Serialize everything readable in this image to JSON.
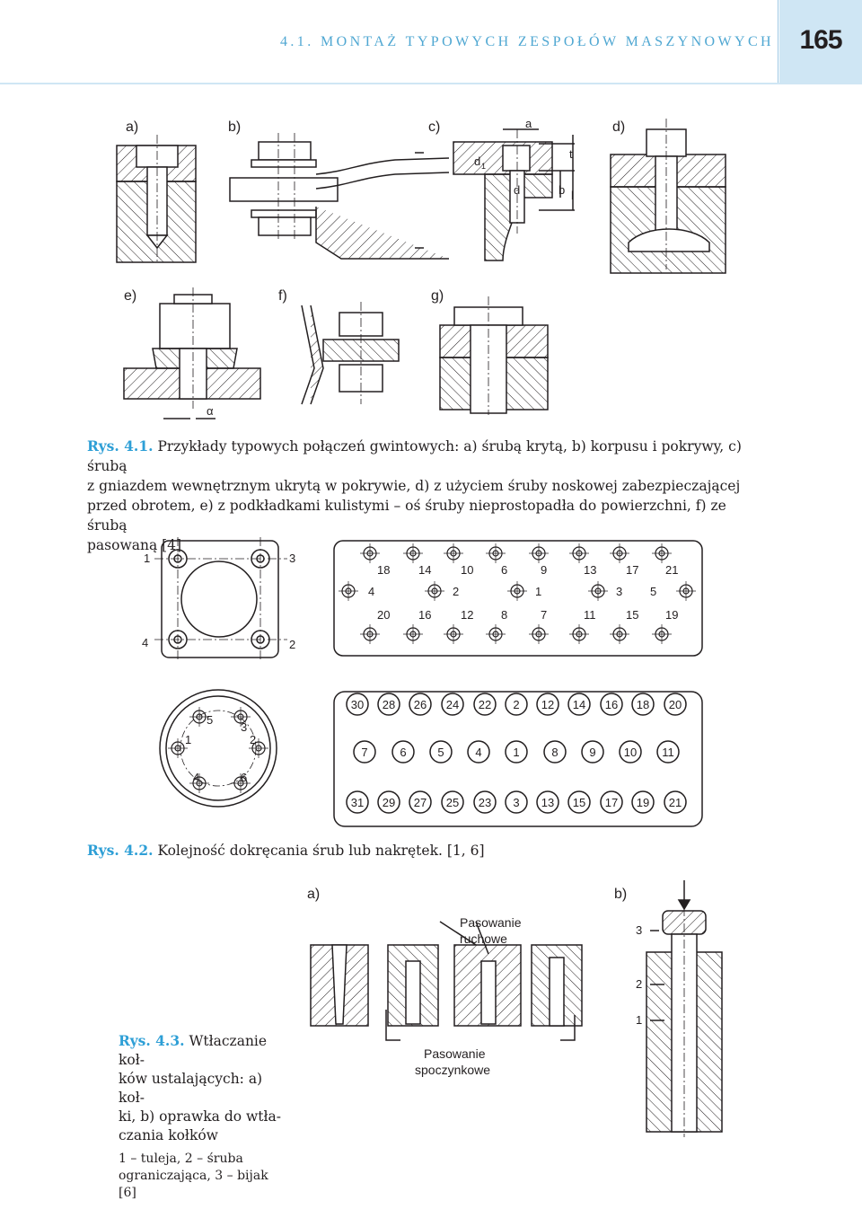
{
  "header": {
    "running_head": "4.1. MONTAŻ TYPOWYCH ZESPOŁÓW MASZYNOWYCH",
    "page_number": "165"
  },
  "fig41": {
    "labels": {
      "a": "a)",
      "b": "b)",
      "c": "c)",
      "d": "d)",
      "e": "e)",
      "f": "f)",
      "g": "g)"
    },
    "dims": {
      "a": "a",
      "d1": "d",
      "d1_sub": "1",
      "d": "d",
      "b": "b",
      "l": "l",
      "t": "t",
      "alpha": "α"
    },
    "caption_label": "Rys. 4.1.",
    "caption_line1": "Przykłady typowych połączeń gwintowych: a) śrubą krytą, b) korpusu i pokrywy, c) śrubą",
    "caption_line2": "z gniazdem wewnętrznym ukrytą w pokrywie, d) z użyciem śruby noskowej zabezpieczającej",
    "caption_line3": "przed obrotem, e) z podkładkami kulistymi – oś śruby nieprostopadła do powierzchni, f) ze śrubą",
    "caption_line4": "pasowaną [4]"
  },
  "fig42": {
    "square": {
      "n1": "1",
      "n2": "2",
      "n3": "3",
      "n4": "4"
    },
    "rect_top": [
      "18",
      "14",
      "10",
      "6",
      "9",
      "13",
      "17",
      "21"
    ],
    "rect_mid": [
      "4",
      "2",
      "1",
      "3",
      "5"
    ],
    "rect_bot": [
      "20",
      "16",
      "12",
      "8",
      "7",
      "11",
      "15",
      "19"
    ],
    "circle": {
      "n1": "1",
      "n2": "2",
      "n3": "3",
      "n4": "4",
      "n5": "5",
      "n6": "6"
    },
    "grid_row1": [
      "30",
      "28",
      "26",
      "24",
      "22",
      "2",
      "12",
      "14",
      "16",
      "18",
      "20"
    ],
    "grid_row2": [
      "7",
      "6",
      "5",
      "4",
      "1",
      "8",
      "9",
      "10",
      "11"
    ],
    "grid_row3": [
      "31",
      "29",
      "27",
      "25",
      "23",
      "3",
      "13",
      "15",
      "17",
      "19",
      "21"
    ],
    "caption_label": "Rys. 4.2.",
    "caption_text": "Kolejność dokręcania śrub lub nakrętek. [1, 6]"
  },
  "fig43": {
    "label_a": "a)",
    "label_b": "b)",
    "callout_top_1": "Pasowanie",
    "callout_top_2": "ruchowe",
    "callout_bot_1": "Pasowanie",
    "callout_bot_2": "spoczynkowe",
    "part3": "3",
    "part2": "2",
    "part1": "1",
    "caption_label": "Rys. 4.3.",
    "caption_l1": "Wtłaczanie koł-",
    "caption_l2": "ków ustalających: a) koł-",
    "caption_l3": "ki, b) oprawka do wtła-",
    "caption_l4": "czania kołków",
    "legend_l1": "1 – tuleja, 2 – śruba",
    "legend_l2": "ograniczająca, 3 – bijak [6]"
  }
}
